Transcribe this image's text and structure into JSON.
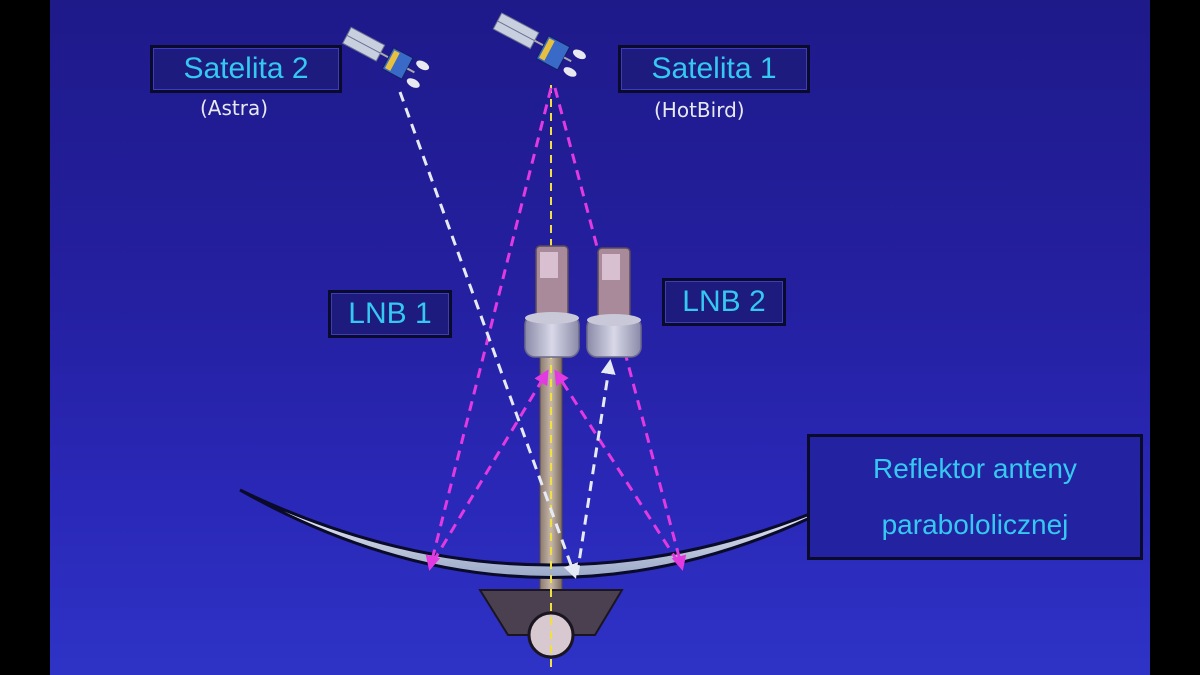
{
  "labels": {
    "satellite_2": {
      "title": "Satelita 2",
      "subtitle": "(Astra)"
    },
    "satellite_1": {
      "title": "Satelita 1",
      "subtitle": "(HotBird)"
    },
    "lnb_1": "LNB 1",
    "lnb_2": "LNB 2",
    "reflector": {
      "line1": "Reflektor anteny",
      "line2": "parabololicznej"
    }
  },
  "colors": {
    "background": "#241f9e",
    "label_text": "#35c8f0",
    "label_bg": "#1d1b7e",
    "signal_hotbird": "#e23ae0",
    "signal_astra": "#e6eaf5",
    "axis_line": "#f0e040"
  },
  "icons": [
    "satellite-icon",
    "lnb-icon",
    "parabolic-dish-icon"
  ]
}
